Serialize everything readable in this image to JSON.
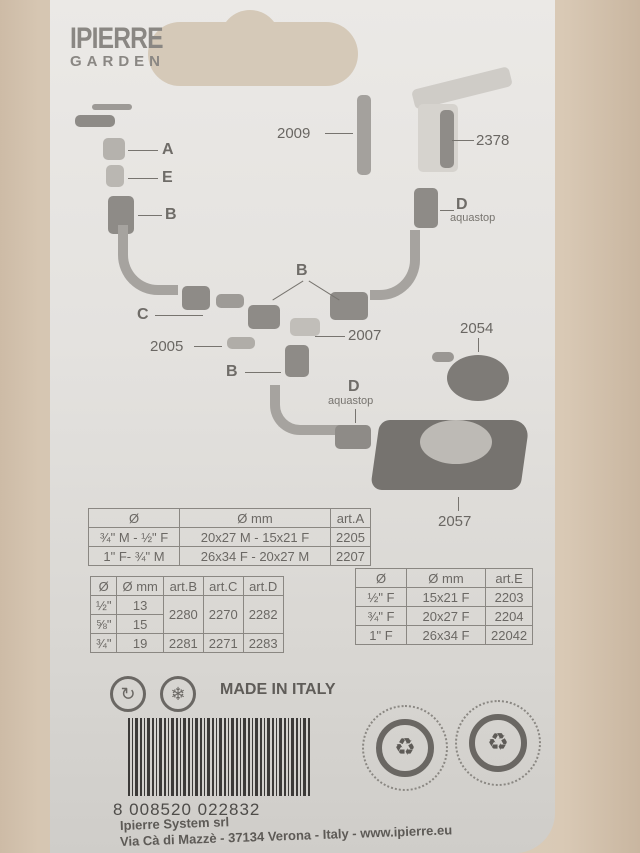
{
  "brand": {
    "name": "IPIERRE",
    "sub": "GARDEN"
  },
  "diagram": {
    "labels": {
      "a": "A",
      "e": "E",
      "b_top": "B",
      "b_mid": "B",
      "b_low": "B",
      "c": "C",
      "d_top": "D",
      "d_top_sub": "aquastop",
      "d_low": "D",
      "d_low_sub": "aquastop"
    },
    "parts": {
      "p2009": "2009",
      "p2378": "2378",
      "p2005": "2005",
      "p2007": "2007",
      "p2054": "2054",
      "p2057": "2057"
    }
  },
  "table_a": {
    "headers": [
      "Ø",
      "Ø mm",
      "art.A"
    ],
    "rows": [
      [
        "¾\" M - ½\" F",
        "20x27 M - 15x21 F",
        "2205"
      ],
      [
        "1\" F- ¾\" M",
        "26x34 F - 20x27 M",
        "2207"
      ]
    ]
  },
  "table_bcd": {
    "headers": [
      "Ø",
      "Ø mm",
      "art.B",
      "art.C",
      "art.D"
    ],
    "rows": [
      [
        "½\"",
        "13",
        "2280",
        "2270",
        "2282"
      ],
      [
        "⅝\"",
        "15"
      ],
      [
        "¾\"",
        "19",
        "2281",
        "2271",
        "2283"
      ]
    ]
  },
  "table_e": {
    "headers": [
      "Ø",
      "Ø mm",
      "art.E"
    ],
    "rows": [
      [
        "½\" F",
        "15x21 F",
        "2203"
      ],
      [
        "¾\" F",
        "20x27 F",
        "2204"
      ],
      [
        "1\" F",
        "26x34 F",
        "22042"
      ]
    ]
  },
  "footer": {
    "made_in": "MADE IN ITALY",
    "icons": [
      "green-dot-recycle-icon",
      "no-frost-snowflake-icon"
    ],
    "barcode": "8 008520 022832",
    "company": "Ipierre System srl",
    "address": "Via Cà di Mazzè - 37134 Verona - Italy - www.ipierre.eu",
    "seals": [
      "recycled-paper-seal-icon",
      "recycled-paper-seal-icon"
    ]
  }
}
